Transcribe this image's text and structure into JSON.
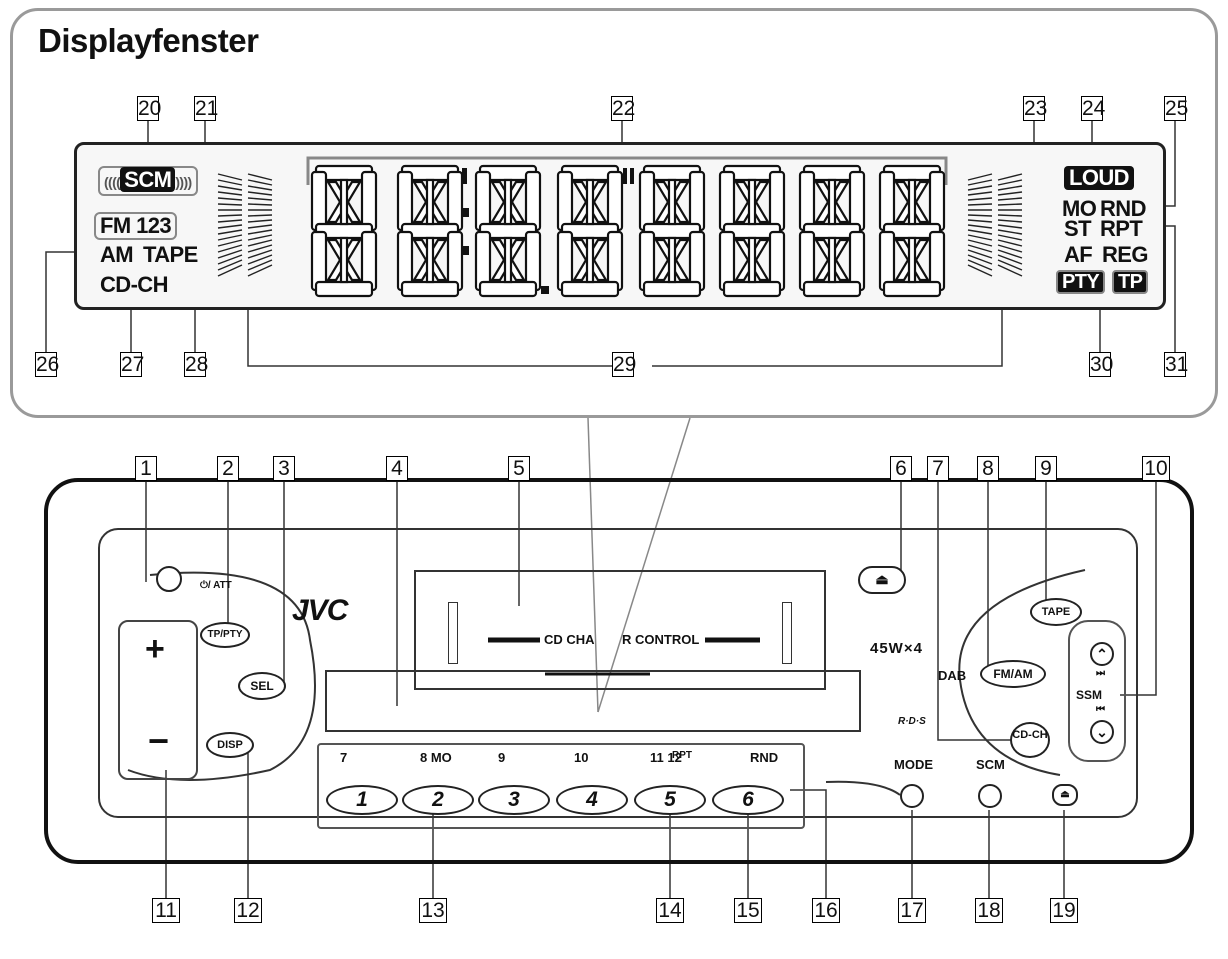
{
  "title": "Displayfenster",
  "callouts_top": [
    "20",
    "21",
    "22",
    "23",
    "24",
    "25",
    "26",
    "27",
    "28",
    "29",
    "30",
    "31"
  ],
  "callouts_bottom": [
    "1",
    "2",
    "3",
    "4",
    "5",
    "6",
    "7",
    "8",
    "9",
    "10",
    "11",
    "12",
    "13",
    "14",
    "15",
    "16",
    "17",
    "18",
    "19"
  ],
  "display": {
    "scm": "SCM",
    "fm": "FM 123",
    "am": "AM",
    "tape": "TAPE",
    "cdch": "CD-CH",
    "loud": "LOUD",
    "mo": "MO",
    "st": "ST",
    "rnd": "RND",
    "rpt": "RPT",
    "af": "AF",
    "reg": "REG",
    "pty": "PTY",
    "tp": "TP"
  },
  "unit": {
    "brand": "JVC",
    "att_label": "⏻/ ATT",
    "tp_pty": "TP/PTY",
    "sel": "SEL",
    "disp": "DISP",
    "cd_changer": "CD CHA",
    "r_control": "R CONTROL",
    "power": "45W×4",
    "dab": "DAB",
    "fm_am": "FM/AM",
    "tape": "TAPE",
    "cd_ch": "CD-CH",
    "ssm": "SSM",
    "mode": "MODE",
    "scm": "SCM",
    "rds": "R·D·S",
    "preset_labels": [
      "7",
      "8  MO",
      "9",
      "10",
      "11 12",
      "RND"
    ],
    "rpt_label": "RPT",
    "presets": [
      "1",
      "2",
      "3",
      "4",
      "5",
      "6"
    ]
  }
}
